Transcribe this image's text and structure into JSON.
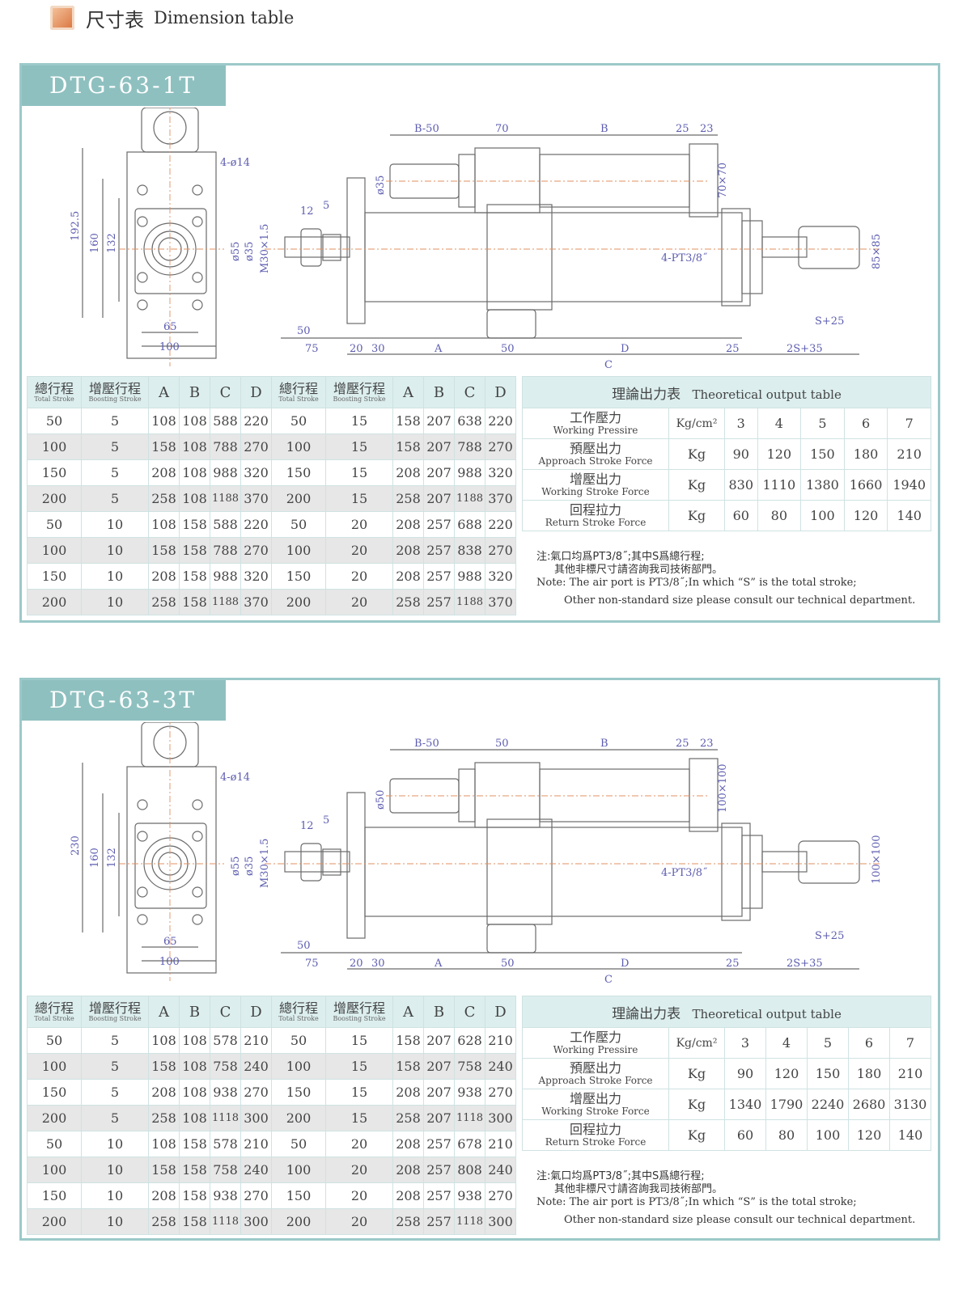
{
  "header": {
    "title_cn": "尺寸表",
    "title_en": "Dimension table"
  },
  "table_headers": {
    "total_cn": "總行程",
    "total_en": "Total Stroke",
    "boost_cn": "增壓行程",
    "boost_en": "Boosting Stroke",
    "a": "A",
    "b": "B",
    "c": "C",
    "d": "D"
  },
  "force_labels": {
    "title_cn": "理論出力表",
    "title_en": "Theoretical output table",
    "working_pressure_cn": "工作壓力",
    "working_pressure_en": "Working Pressire",
    "approach_cn": "預壓出力",
    "approach_en": "Approach Stroke Force",
    "working_force_cn": "增壓出力",
    "working_force_en": "Working Stroke Force",
    "return_cn": "回程拉力",
    "return_en": "Return Stroke Force",
    "unit_pressure": "Kg/cm²",
    "unit_kg": "Kg",
    "pressures": [
      "3",
      "4",
      "5",
      "6",
      "7"
    ]
  },
  "note": {
    "cn1": "注:氣口均爲PT3/8˝;其中S爲總行程;",
    "cn2": "其他非標尺寸請咨詢我司技術部門。",
    "en1": "Note: The air port is PT3/8˝;In which  “S”  is the total stroke;",
    "en2": "Other non-standard size please consult our technical department."
  },
  "sections": [
    {
      "title": "DTG-63-1T",
      "drawing": {
        "b50": "B-50",
        "d70": "70",
        "b": "B",
        "d25": "25",
        "d23": "23",
        "ports": "4-ø14",
        "h1925": "192.5",
        "h160": "160",
        "h132": "132",
        "w65": "65",
        "w100": "100",
        "phi55": "ø55",
        "phi35": "ø35",
        "thread": "M30×1.5",
        "cyl_phi": "ø35",
        "d12": "12",
        "d5": "5",
        "sq": "70×70",
        "pt": "4-PT3/8˝",
        "sq2": "85×85",
        "d50": "50",
        "d75": "75",
        "d20": "20",
        "d30": "30",
        "a": "A",
        "d50b": "50",
        "d": "D",
        "d25b": "25",
        "s2": "2S+35",
        "s25": "S+25",
        "c": "C"
      },
      "rows_left": [
        [
          "50",
          "5",
          "108",
          "108",
          "588",
          "220"
        ],
        [
          "100",
          "5",
          "158",
          "108",
          "788",
          "270"
        ],
        [
          "150",
          "5",
          "208",
          "108",
          "988",
          "320"
        ],
        [
          "200",
          "5",
          "258",
          "108",
          "1188",
          "370"
        ],
        [
          "50",
          "10",
          "108",
          "158",
          "588",
          "220"
        ],
        [
          "100",
          "10",
          "158",
          "158",
          "788",
          "270"
        ],
        [
          "150",
          "10",
          "208",
          "158",
          "988",
          "320"
        ],
        [
          "200",
          "10",
          "258",
          "158",
          "1188",
          "370"
        ]
      ],
      "rows_right": [
        [
          "50",
          "15",
          "158",
          "207",
          "638",
          "220"
        ],
        [
          "100",
          "15",
          "158",
          "207",
          "788",
          "270"
        ],
        [
          "150",
          "15",
          "208",
          "207",
          "988",
          "320"
        ],
        [
          "200",
          "15",
          "258",
          "207",
          "1188",
          "370"
        ],
        [
          "50",
          "20",
          "208",
          "257",
          "688",
          "220"
        ],
        [
          "100",
          "20",
          "208",
          "257",
          "838",
          "270"
        ],
        [
          "150",
          "20",
          "208",
          "257",
          "988",
          "320"
        ],
        [
          "200",
          "20",
          "258",
          "257",
          "1188",
          "370"
        ]
      ],
      "force": {
        "approach": [
          "90",
          "120",
          "150",
          "180",
          "210"
        ],
        "working": [
          "830",
          "1110",
          "1380",
          "1660",
          "1940"
        ],
        "return": [
          "60",
          "80",
          "100",
          "120",
          "140"
        ]
      }
    },
    {
      "title": "DTG-63-3T",
      "drawing": {
        "b50": "B-50",
        "d70": "50",
        "b": "B",
        "d25": "25",
        "d23": "23",
        "ports": "4-ø14",
        "h1925": "230",
        "h160": "160",
        "h132": "132",
        "w65": "65",
        "w100": "100",
        "phi55": "ø55",
        "phi35": "ø35",
        "thread": "M30×1.5",
        "cyl_phi": "ø50",
        "d12": "12",
        "d5": "5",
        "sq": "100×100",
        "pt": "4-PT3/8˝",
        "sq2": "100×100",
        "d50": "50",
        "d75": "75",
        "d20": "20",
        "d30": "30",
        "a": "A",
        "d50b": "50",
        "d": "D",
        "d25b": "25",
        "s2": "2S+35",
        "s25": "S+25",
        "c": "C"
      },
      "rows_left": [
        [
          "50",
          "5",
          "108",
          "108",
          "578",
          "210"
        ],
        [
          "100",
          "5",
          "158",
          "108",
          "758",
          "240"
        ],
        [
          "150",
          "5",
          "208",
          "108",
          "938",
          "270"
        ],
        [
          "200",
          "5",
          "258",
          "108",
          "1118",
          "300"
        ],
        [
          "50",
          "10",
          "108",
          "158",
          "578",
          "210"
        ],
        [
          "100",
          "10",
          "158",
          "158",
          "758",
          "240"
        ],
        [
          "150",
          "10",
          "208",
          "158",
          "938",
          "270"
        ],
        [
          "200",
          "10",
          "258",
          "158",
          "1118",
          "300"
        ]
      ],
      "rows_right": [
        [
          "50",
          "15",
          "158",
          "207",
          "628",
          "210"
        ],
        [
          "100",
          "15",
          "158",
          "207",
          "758",
          "240"
        ],
        [
          "150",
          "15",
          "208",
          "207",
          "938",
          "270"
        ],
        [
          "200",
          "15",
          "258",
          "207",
          "1118",
          "300"
        ],
        [
          "50",
          "20",
          "208",
          "257",
          "678",
          "210"
        ],
        [
          "100",
          "20",
          "208",
          "257",
          "808",
          "240"
        ],
        [
          "150",
          "20",
          "208",
          "257",
          "938",
          "270"
        ],
        [
          "200",
          "20",
          "258",
          "257",
          "1118",
          "300"
        ]
      ],
      "force": {
        "approach": [
          "90",
          "120",
          "150",
          "180",
          "210"
        ],
        "working": [
          "1340",
          "1790",
          "2240",
          "2680",
          "3130"
        ],
        "return": [
          "60",
          "80",
          "100",
          "120",
          "140"
        ]
      }
    }
  ]
}
